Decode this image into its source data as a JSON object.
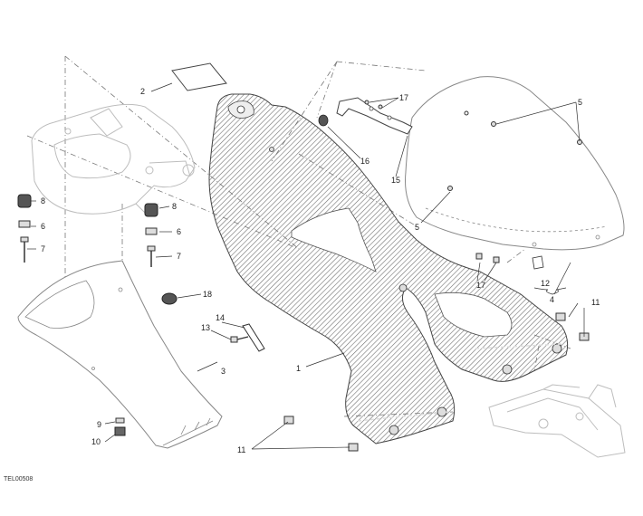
{
  "diagram": {
    "code": "TEL00508",
    "callouts": [
      {
        "id": "c1",
        "label": "1"
      },
      {
        "id": "c2",
        "label": "2"
      },
      {
        "id": "c3",
        "label": "3"
      },
      {
        "id": "c4",
        "label": "4"
      },
      {
        "id": "c5a",
        "label": "5"
      },
      {
        "id": "c5b",
        "label": "5"
      },
      {
        "id": "c6a",
        "label": "6"
      },
      {
        "id": "c6b",
        "label": "6"
      },
      {
        "id": "c7a",
        "label": "7"
      },
      {
        "id": "c7b",
        "label": "7"
      },
      {
        "id": "c8a",
        "label": "8"
      },
      {
        "id": "c8b",
        "label": "8"
      },
      {
        "id": "c9",
        "label": "9"
      },
      {
        "id": "c10",
        "label": "10"
      },
      {
        "id": "c11a",
        "label": "11"
      },
      {
        "id": "c11b",
        "label": "11"
      },
      {
        "id": "c12",
        "label": "12"
      },
      {
        "id": "c13",
        "label": "13"
      },
      {
        "id": "c14",
        "label": "14"
      },
      {
        "id": "c15",
        "label": "15"
      },
      {
        "id": "c16",
        "label": "16"
      },
      {
        "id": "c17a",
        "label": "17"
      },
      {
        "id": "c17b",
        "label": "17"
      },
      {
        "id": "c18",
        "label": "18"
      }
    ]
  }
}
